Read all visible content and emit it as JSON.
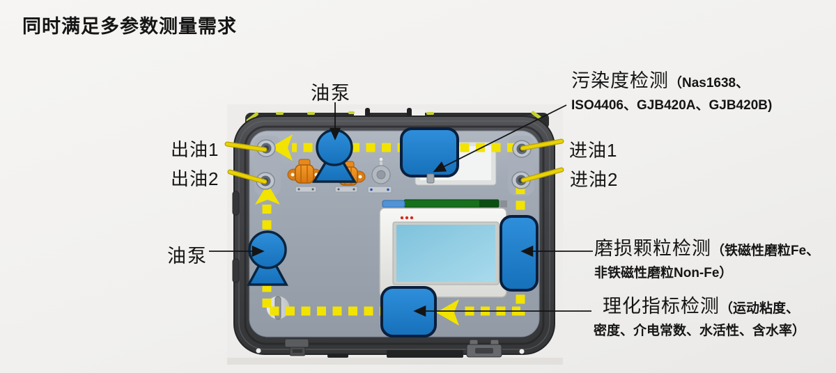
{
  "title": "同时满足多参数测量需求",
  "device_diagram": {
    "ports": {
      "oil_out_1": "出油1",
      "oil_out_2": "出油2",
      "oil_in_1": "进油1",
      "oil_in_2": "进油2"
    },
    "pumps": {
      "top_label": "油泵",
      "left_label": "油泵"
    },
    "features": {
      "contamination": {
        "name": "污染度检测",
        "detail_inline": "（Nas1638、",
        "detail_line2": "ISO4406、GJB420A、GJB420B)"
      },
      "wear_particle": {
        "name": "磨损颗粒检测",
        "detail_inline": "（铁磁性磨粒Fe、",
        "detail_line2": "非铁磁性磨粒Non-Fe）"
      },
      "physchem": {
        "name": "理化指标检测",
        "detail_inline": "（运动粘度、",
        "detail_line2": "密度、介电常数、水活性、含水率）"
      }
    },
    "colors": {
      "flow_yellow": "#f2e300",
      "component_blue": "#1b7ecc",
      "case_dark": "#3a3b3d",
      "panel_gray": "#9aa2ae",
      "clamp_orange": "#e8891c",
      "screen_blue": "#93cde4"
    }
  }
}
